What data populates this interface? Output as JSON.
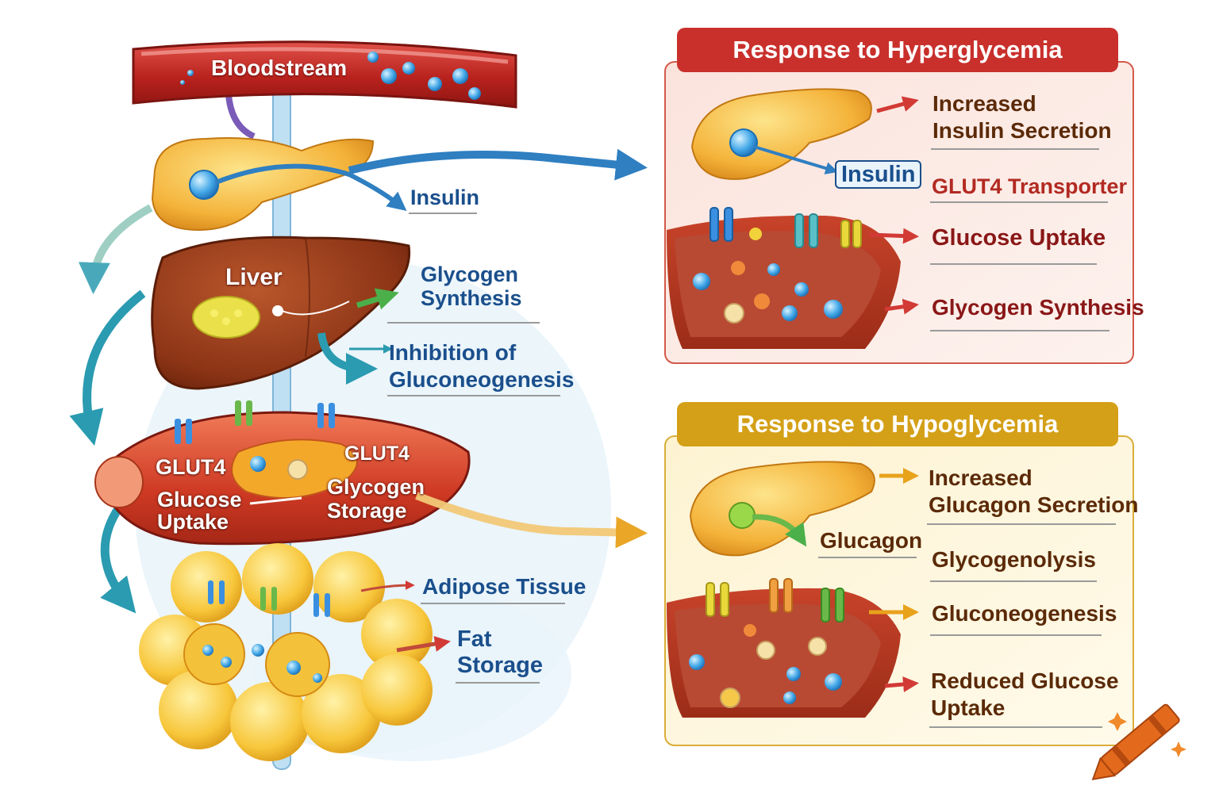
{
  "left_column": {
    "bloodstream": "Bloodstream",
    "insulin": "Insulin",
    "liver": "Liver",
    "glycogen_synthesis": "Glycogen\nSynthesis",
    "inhibition": "Inhibition of\nGluconeogenesis",
    "muscle_glut4_left": "GLUT4",
    "muscle_glut4_right": "GLUT4",
    "glucose_uptake": "Glucose\nUptake",
    "glycogen_storage": "Glycogen\nStorage",
    "adipose_tissue": "Adipose Tissue",
    "fat_storage": "Fat\nStorage"
  },
  "hyper_panel": {
    "title": "Response to Hyperglycemia",
    "insulin_tag": "Insulin",
    "items": [
      "Increased\nInsulin Secretion",
      "GLUT4 Transporter",
      "Glucose Uptake",
      "Glycogen Synthesis"
    ]
  },
  "hypo_panel": {
    "title": "Response to Hypoglycemia",
    "glucagon_tag": "Glucagon",
    "items": [
      "Increased\nGlucagon Secretion",
      "Glycogenolysis",
      "Gluconeogenesis",
      "Reduced Glucose\nUptake"
    ]
  },
  "colors": {
    "hyper_accent": "#c9302c",
    "hypo_accent": "#d4a017",
    "label_blue": "#1a4f8c",
    "arrow_blue": "#2f7fc1",
    "arrow_gold": "#e8a21c"
  },
  "icons": [
    "crayon-icon",
    "sparkle-icon"
  ]
}
